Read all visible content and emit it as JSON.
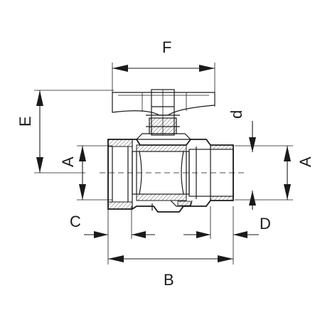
{
  "drawing": {
    "labels": {
      "F": "F",
      "E": "E",
      "d": "d",
      "A_left": "A",
      "A_right": "A",
      "C": "C",
      "D": "D",
      "B": "B"
    }
  }
}
